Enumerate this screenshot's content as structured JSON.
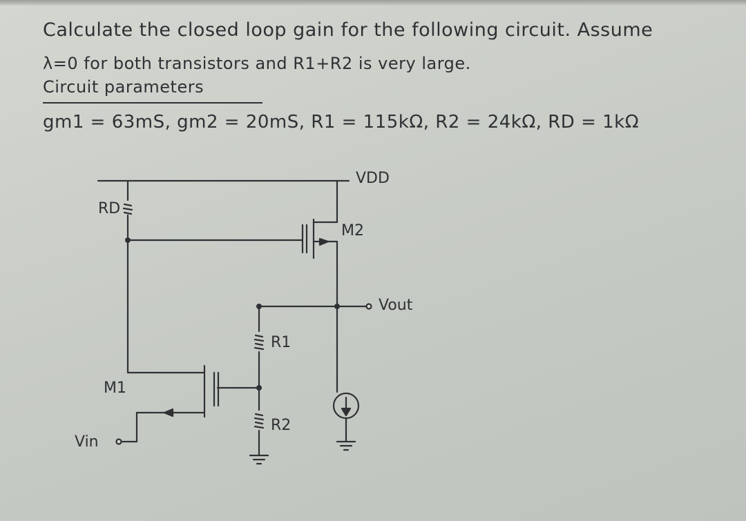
{
  "problem": {
    "line1": "Calculate the closed loop gain for the following circuit. Assume",
    "line2": "λ=0 for both transistors and R1+R2 is very large.",
    "section_title": "Circuit parameters",
    "parameters": "gm1 = 63mS, gm2 = 20mS, R1 = 115kΩ, R2 = 24kΩ, RD = 1kΩ"
  },
  "circuit": {
    "vdd_label": "VDD",
    "rd_label": "RD",
    "m2_label": "M2",
    "vout_label": "Vout",
    "r1_label": "R1",
    "r2_label": "R2",
    "m1_label": "M1",
    "vin_label": "Vin"
  },
  "colors": {
    "ink": "#2e3134",
    "paper": "#cfd2cc"
  }
}
